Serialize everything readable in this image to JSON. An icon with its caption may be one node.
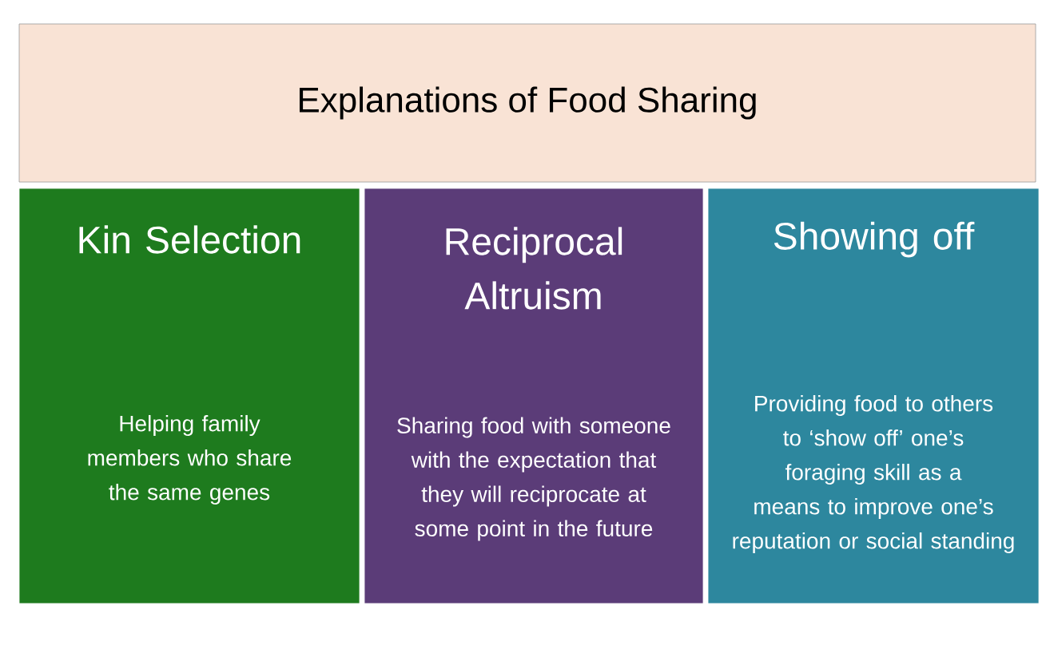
{
  "diagram": {
    "nodes": [
      {
        "text": [
          "Explanations of Food Sharing"
        ]
      },
      {
        "text": [
          "Kin Selection",
          "Helping family members who share the same genes"
        ]
      },
      {
        "text": [
          "Reciprocal Altruism",
          "Sharing food with someone with the expectation that they will reciprocate at some point in the future"
        ]
      },
      {
        "text": [
          "Showing off",
          "Providing food to others to ‘show off’ one’s foraging skill as a means to improve one’s reputation or social standing"
        ]
      }
    ]
  }
}
